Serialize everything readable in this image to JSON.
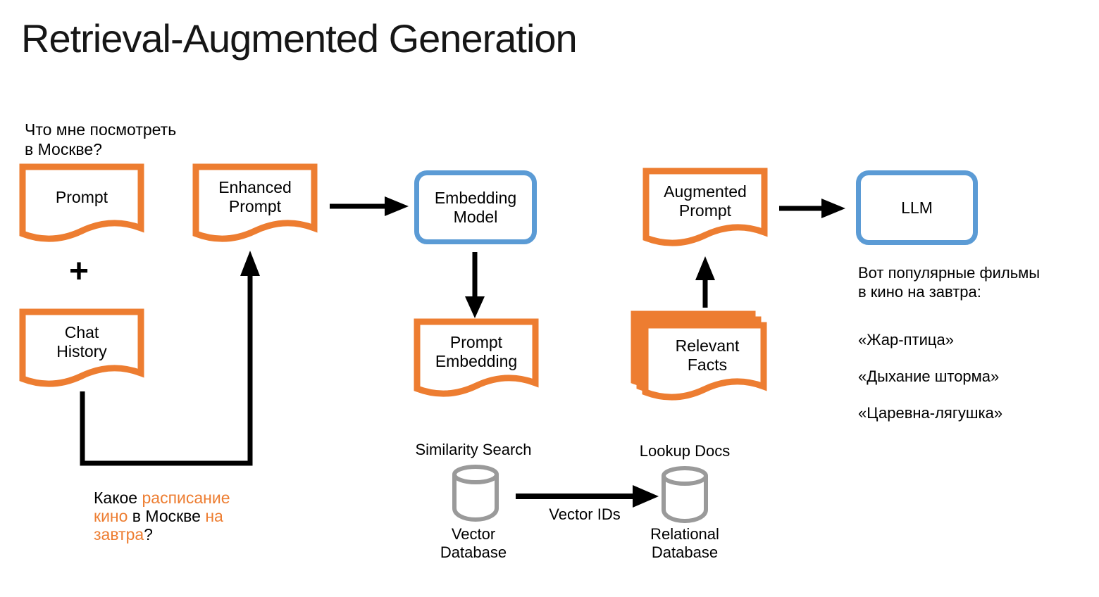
{
  "title": "Retrieval-Augmented Generation",
  "colors": {
    "orange": "#ED7D31",
    "blue": "#5B9BD5",
    "gray": "#9a9a9a",
    "black": "#000000"
  },
  "user_query": "Что мне посмотреть\nв Москве?",
  "plus_sign": "+",
  "nodes": {
    "prompt": "Prompt",
    "chat_history": "Chat\nHistory",
    "enhanced_prompt": "Enhanced\nPrompt",
    "embedding_model": "Embedding\nModel",
    "prompt_embedding": "Prompt\nEmbedding",
    "augmented_prompt": "Augmented\nPrompt",
    "relevant_facts": "Relevant\nFacts",
    "llm": "LLM"
  },
  "databases": {
    "similarity_search_label": "Similarity Search",
    "vector_db_label": "Vector\nDatabase",
    "vector_ids_label": "Vector IDs",
    "lookup_docs_label": "Lookup Docs",
    "relational_db_label": "Relational\nDatabase"
  },
  "enhanced_query_segments": [
    {
      "text": "Какое ",
      "color": "black"
    },
    {
      "text": "расписание\nкино",
      "color": "orange"
    },
    {
      "text": " в Москве ",
      "color": "black"
    },
    {
      "text": "на\nзавтра",
      "color": "orange"
    },
    {
      "text": "?",
      "color": "black"
    }
  ],
  "llm_response": {
    "intro": "Вот популярные фильмы\nв кино на завтра:",
    "movies": [
      "«Жар-птица»",
      "«Дыхание шторма»",
      "«Царевна-лягушка»"
    ]
  }
}
